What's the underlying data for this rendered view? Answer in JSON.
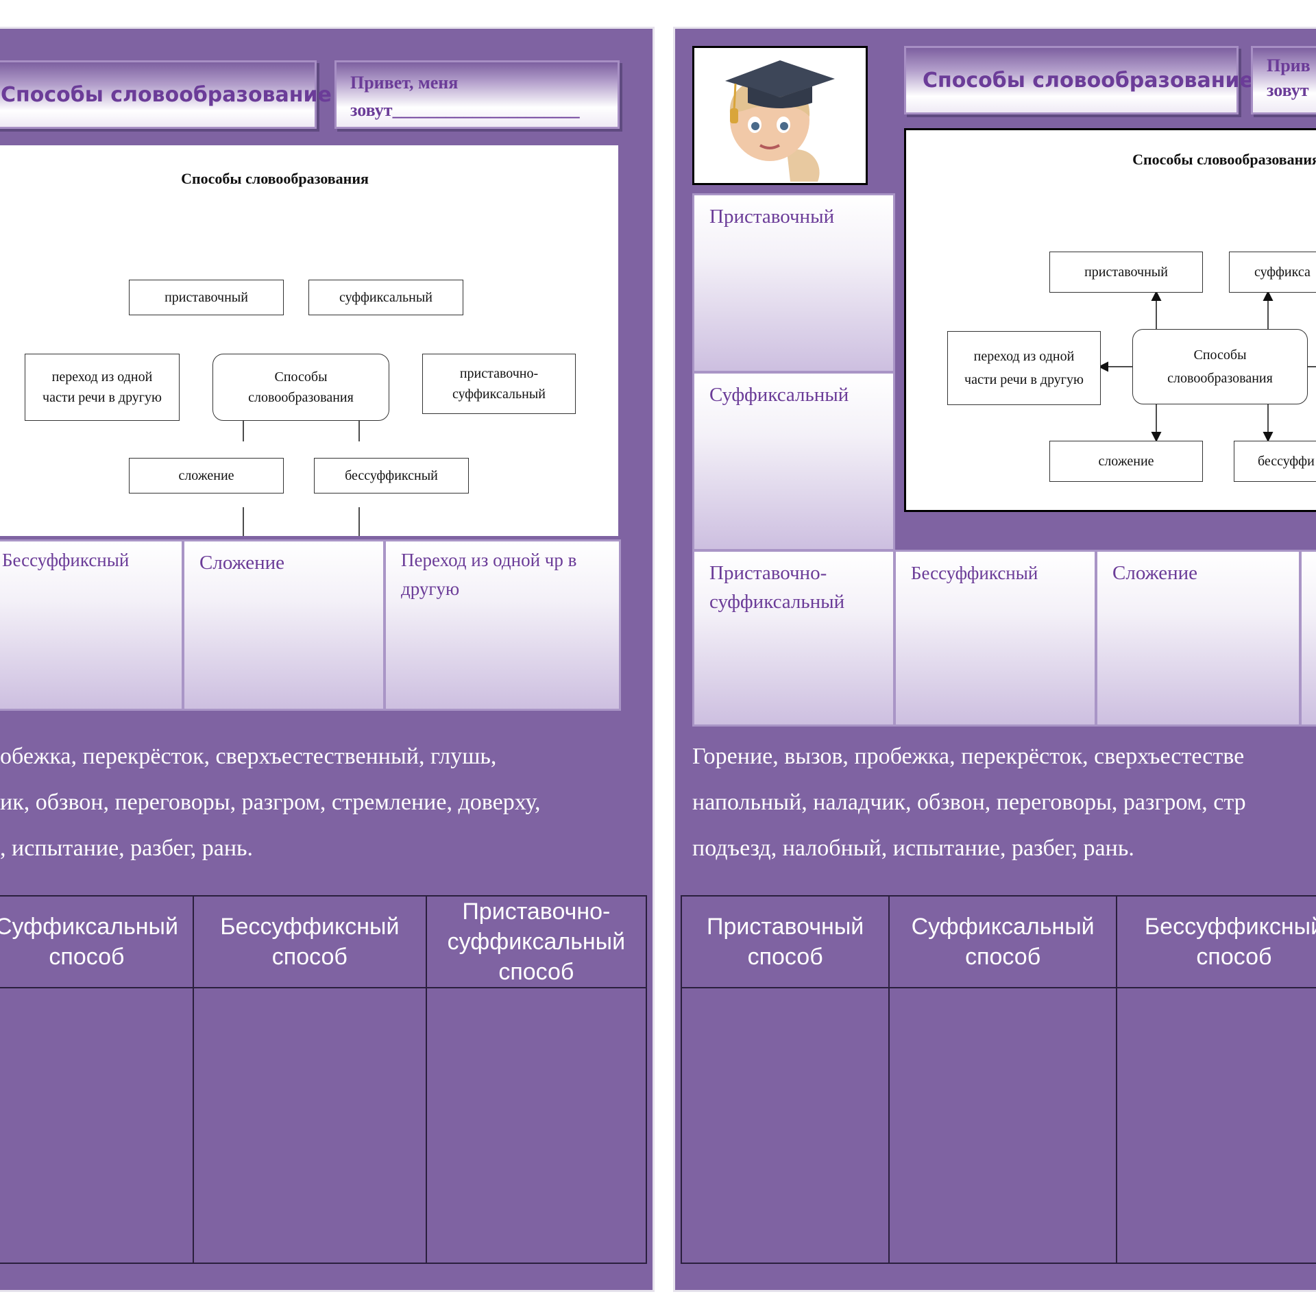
{
  "left": {
    "title": "Способы словообразование",
    "hello": "Привет, меня\nзовут_____________________",
    "scheme": {
      "title": "Способы словообразования",
      "center": "Способы словообразования",
      "top_left": "приставочный",
      "top_right": "суффиксальный",
      "left": "переход из одной части речи в другую",
      "right": "приставочно-суффиксальный",
      "bottom_left": "сложение",
      "bottom_right": "бессуффиксный"
    },
    "cells": [
      "Бессуффиксный",
      "Сложение",
      "Переход из одной чр в другую"
    ],
    "words": [
      "обежка, перекрёсток, сверхъестественный, глушь,",
      "ик, обзвон, переговоры, разгром, стремление, доверху,",
      ", испытание, разбег, рань."
    ],
    "table_headers": [
      "Суффиксальный способ",
      "Бессуффиксный способ",
      "Приставочно-суффиксальный способ"
    ]
  },
  "right": {
    "title": "Способы словообразование",
    "hello": "Прив\nзовут",
    "scheme": {
      "title": "Способы словообразования",
      "center": "Способы словообразования",
      "top_left": "приставочный",
      "top_right": "суффикса",
      "left": "переход из одной части речи в другую",
      "bottom_left": "сложение",
      "bottom_right": "бессуффи"
    },
    "side_cells": [
      "Приставочный",
      "Суффиксальный",
      "Приставочно-суффиксальный"
    ],
    "cells": [
      "Бессуффиксный",
      "Сложение",
      ""
    ],
    "words": [
      "Горение, вызов, пробежка, перекрёсток, сверхъестестве",
      "напольный, наладчик, обзвон, переговоры, разгром, стр",
      "подъезд, налобный, испытание, разбег, рань."
    ],
    "table_headers": [
      "Приставочный способ",
      "Суффиксальный способ",
      "Бессуффиксный способ"
    ]
  }
}
